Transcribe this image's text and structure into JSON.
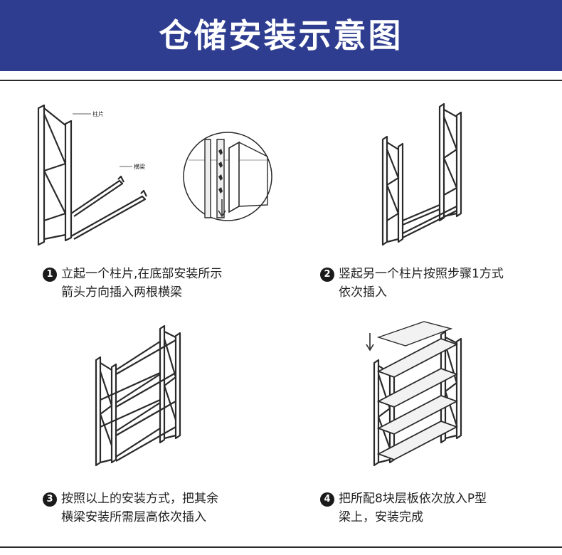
{
  "banner": {
    "title": "仓储安装示意图"
  },
  "colors": {
    "banner": "#2e3d8f",
    "frame": "#2a2a2a",
    "text": "#222222"
  },
  "steps": [
    {
      "num": "1",
      "line1": "立起一个柱片,在底部安装所示",
      "line2": "箭头方向插入两根横梁",
      "labels": {
        "post": "柱片",
        "beam": "横梁"
      }
    },
    {
      "num": "2",
      "line1": "竖起另一个柱片按照步骤1方式",
      "line2": "依次插入"
    },
    {
      "num": "3",
      "line1": "按照以上的安装方式，把其余",
      "line2": "横梁安装所需层高依次插入"
    },
    {
      "num": "4",
      "line1": "把所配8块层板依次放入P型",
      "line2": "梁上，安装完成"
    }
  ]
}
